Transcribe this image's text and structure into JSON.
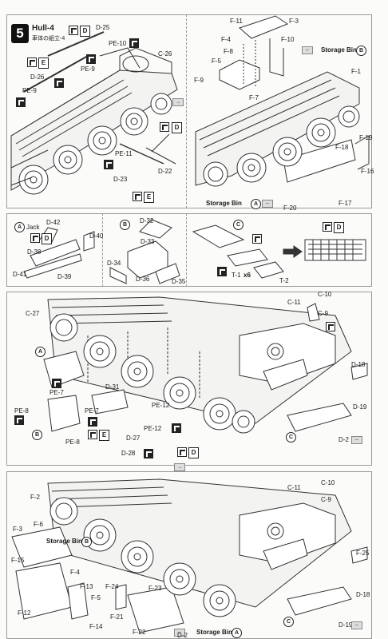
{
  "step": {
    "number": "5",
    "title": "Hull-4",
    "subtitle": "車体の組立-4"
  },
  "panel1": {
    "labels": [
      "D-25",
      "PE-10",
      "C-26",
      "D-26",
      "PE-9",
      "PE-9",
      "PE-11",
      "D-22",
      "D-23",
      "D",
      "E",
      "D",
      "E"
    ],
    "badges": {
      "d1": "D",
      "e1": "E",
      "d2": "D",
      "e2": "E"
    }
  },
  "panel2": {
    "labels": [
      "F-11",
      "F-3",
      "F-4",
      "F-10",
      "F-8",
      "F-5",
      "F-9",
      "F-7",
      "F-1",
      "F-19",
      "F-18",
      "F-16",
      "F-20",
      "F-17"
    ],
    "storage_top": "Storage Bin",
    "storage_top_letter": "B",
    "storage_bottom": "Storage Bin",
    "storage_bottom_letter": "A"
  },
  "panel3": {
    "jack": "Jack",
    "a": "A",
    "b": "B",
    "c": "C",
    "d": "D",
    "labels": [
      "D-42",
      "D-40",
      "D-38",
      "D-41",
      "D-39",
      "D-32",
      "D-33",
      "D-34",
      "D-36",
      "D-35",
      "T-1",
      "T-2"
    ],
    "t_count": "x6"
  },
  "panel4": {
    "labels": [
      "C-27",
      "C-11",
      "C-10",
      "C-9",
      "D-18",
      "D-19",
      "D-31",
      "PE-7",
      "PE-7",
      "PE-8",
      "PE-8",
      "D-28",
      "PE-12",
      "PE-12",
      "D-27",
      "D-2"
    ],
    "a": "A",
    "b": "B",
    "c": "C",
    "e": "E",
    "d": "D"
  },
  "panel5": {
    "labels": [
      "F-2",
      "C-11",
      "C-10",
      "C-9",
      "F-3",
      "F-6",
      "F-15",
      "F-4",
      "F-13",
      "F-24",
      "F-5",
      "F-12",
      "F-14",
      "F-21",
      "F-23",
      "F-22",
      "F-25",
      "D-18",
      "D-19",
      "D-2"
    ],
    "storage_b": "Storage Bin",
    "storage_b_letter": "B",
    "storage_a": "Storage Bin",
    "storage_a_letter": "A",
    "c": "C"
  }
}
